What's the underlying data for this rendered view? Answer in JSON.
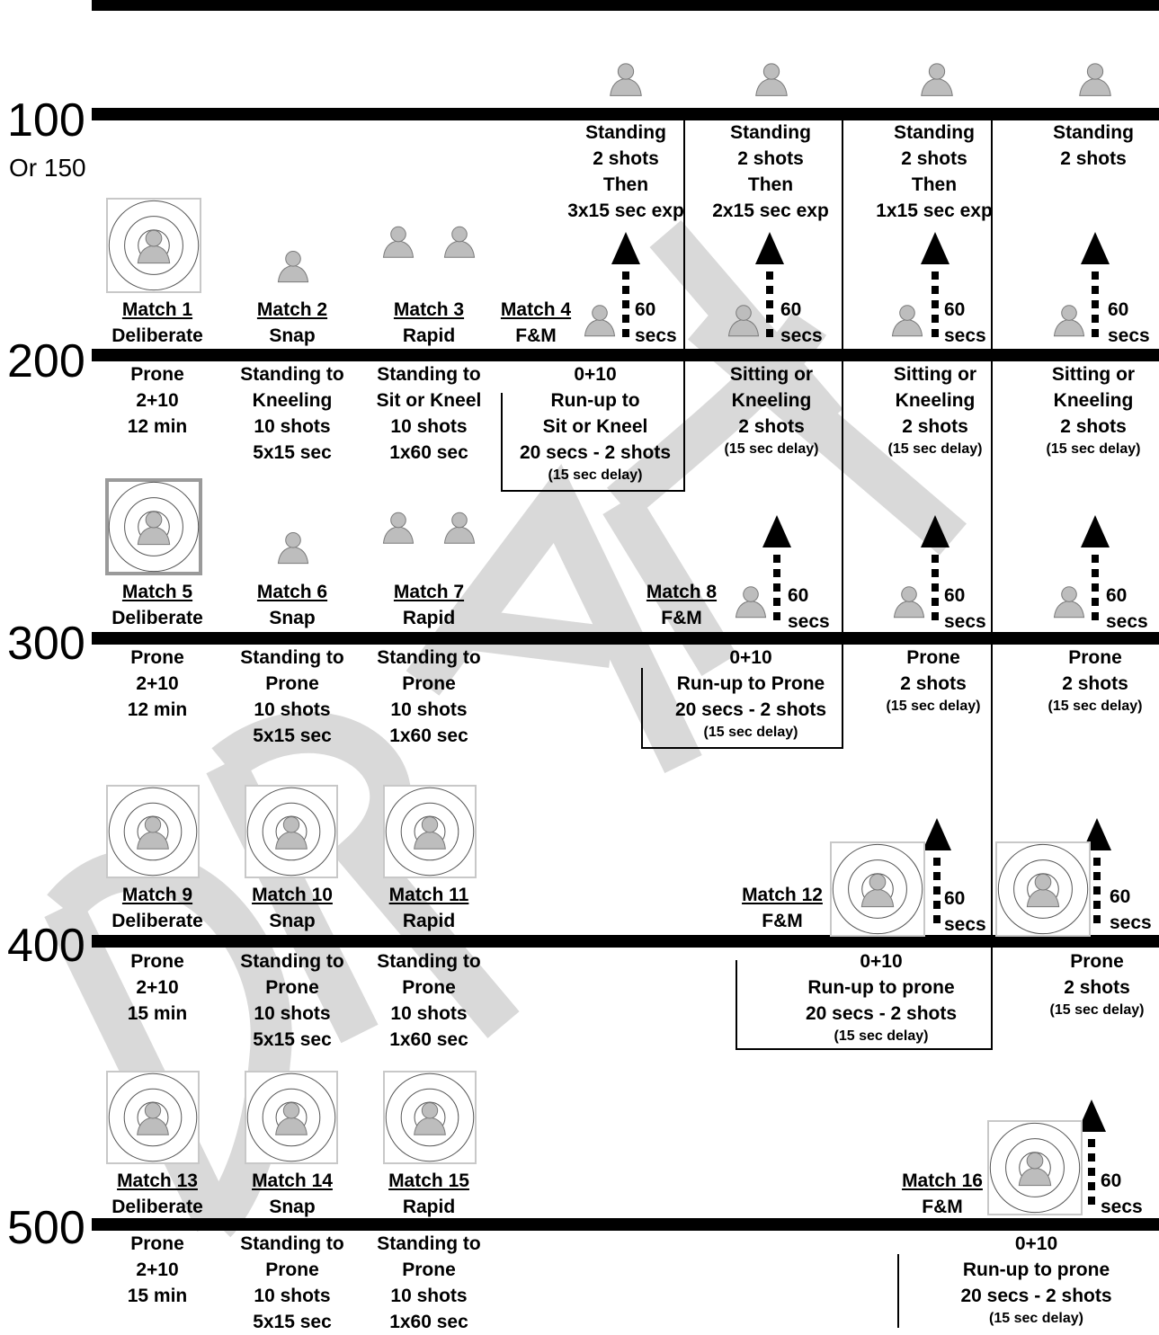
{
  "yards": [
    {
      "label": "100",
      "sub": "Or 150"
    },
    {
      "label": "200"
    },
    {
      "label": "300"
    },
    {
      "label": "400"
    },
    {
      "label": "500"
    }
  ],
  "secs_label": [
    "60",
    "secs"
  ],
  "row100": {
    "col4": {
      "lines": [
        "Standing",
        "2 shots",
        "Then",
        "3x15 sec exp"
      ]
    },
    "col5": {
      "lines": [
        "Standing",
        "2 shots",
        "Then",
        "2x15 sec exp"
      ]
    },
    "col6": {
      "lines": [
        "Standing",
        "2 shots",
        "Then",
        "1x15 sec exp"
      ]
    },
    "col7": {
      "lines": [
        "Standing",
        "2 shots"
      ]
    }
  },
  "matches": {
    "m1": {
      "title": "Match 1",
      "name": "Deliberate",
      "detail": [
        "Prone",
        "2+10",
        "12 min"
      ]
    },
    "m2": {
      "title": "Match 2",
      "name": "Snap",
      "detail": [
        "Standing to",
        "Kneeling",
        "10 shots",
        "5x15 sec"
      ]
    },
    "m3": {
      "title": "Match 3",
      "name": "Rapid",
      "detail": [
        "Standing to",
        "Sit or Kneel",
        "10 shots",
        "1x60 sec"
      ]
    },
    "m4": {
      "title": "Match 4",
      "name": "F&M",
      "detail": [
        "0+10",
        "Run-up to",
        "Sit or Kneel",
        "20 secs - 2 shots"
      ],
      "note": "(15 sec delay)"
    },
    "m5": {
      "title": "Match 5",
      "name": "Deliberate",
      "detail": [
        "Prone",
        "2+10",
        "12 min"
      ]
    },
    "m6": {
      "title": "Match 6",
      "name": "Snap",
      "detail": [
        "Standing to",
        "Prone",
        "10 shots",
        "5x15 sec"
      ]
    },
    "m7": {
      "title": "Match 7",
      "name": "Rapid",
      "detail": [
        "Standing to",
        "Prone",
        "10 shots",
        "1x60 sec"
      ]
    },
    "m8": {
      "title": "Match 8",
      "name": "F&M",
      "detail": [
        "0+10",
        "Run-up to Prone",
        "20 secs - 2 shots"
      ],
      "note": "(15 sec delay)"
    },
    "m9": {
      "title": "Match 9",
      "name": "Deliberate",
      "detail": [
        "Prone",
        "2+10",
        "15 min"
      ]
    },
    "m10": {
      "title": "Match 10",
      "name": "Snap",
      "detail": [
        "Standing to",
        "Prone",
        "10 shots",
        "5x15 sec"
      ]
    },
    "m11": {
      "title": "Match 11",
      "name": "Rapid",
      "detail": [
        "Standing to",
        "Prone",
        "10 shots",
        "1x60 sec"
      ]
    },
    "m12": {
      "title": "Match 12",
      "name": "F&M",
      "detail": [
        "0+10",
        "Run-up to prone",
        "20 secs - 2 shots"
      ],
      "note": "(15 sec delay)"
    },
    "m13": {
      "title": "Match 13",
      "name": "Deliberate",
      "detail": [
        "Prone",
        "2+10",
        "15 min"
      ]
    },
    "m14": {
      "title": "Match 14",
      "name": "Snap",
      "detail": [
        "Standing to",
        "Prone",
        "10 shots",
        "5x15 sec"
      ]
    },
    "m15": {
      "title": "Match 15",
      "name": "Rapid",
      "detail": [
        "Standing to",
        "Prone",
        "10 shots",
        "1x60 sec"
      ]
    },
    "m16": {
      "title": "Match 16",
      "name": "F&M",
      "detail": [
        "0+10",
        "Run-up to prone",
        "20 secs - 2 shots"
      ],
      "note": "(15 sec delay)"
    }
  },
  "row200_extra": {
    "c5": {
      "lines": [
        "Sitting or",
        "Kneeling",
        "2 shots"
      ],
      "note": "(15 sec delay)"
    },
    "c6": {
      "lines": [
        "Sitting or",
        "Kneeling",
        "2 shots"
      ],
      "note": "(15 sec delay)"
    },
    "c7": {
      "lines": [
        "Sitting or",
        "Kneeling",
        "2 shots"
      ],
      "note": "(15 sec delay)"
    }
  },
  "row300_extra": {
    "c6": {
      "lines": [
        "Prone",
        "2 shots"
      ],
      "note": "(15 sec delay)"
    },
    "c7": {
      "lines": [
        "Prone",
        "2 shots"
      ],
      "note": "(15 sec delay)"
    }
  },
  "row400_extra": {
    "c7": {
      "lines": [
        "Prone",
        "2 shots"
      ],
      "note": "(15 sec delay)"
    }
  },
  "watermark": "DRAFT"
}
